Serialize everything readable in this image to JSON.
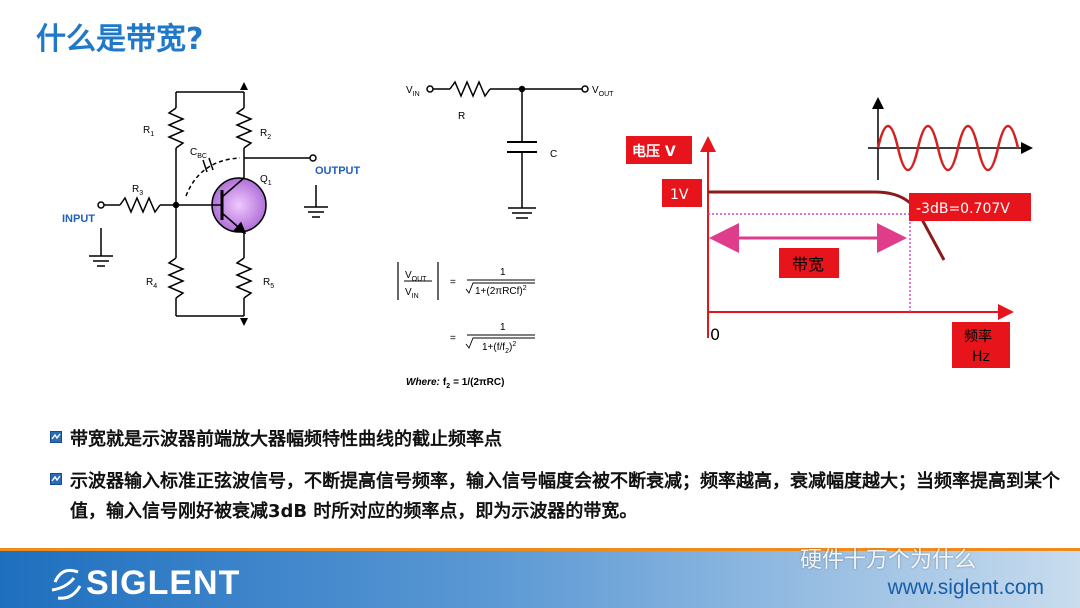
{
  "slide": {
    "title": "什么是带宽?"
  },
  "amp_circuit": {
    "r1": "R",
    "r1_sub": "1",
    "r2": "R",
    "r2_sub": "2",
    "r3": "R",
    "r3_sub": "3",
    "r4": "R",
    "r4_sub": "4",
    "r5": "R",
    "r5_sub": "5",
    "cbc": "C",
    "cbc_sub": "BC",
    "q1": "Q",
    "q1_sub": "1",
    "input": "INPUT",
    "output": "OUTPUT"
  },
  "rc_circuit": {
    "vin": "V",
    "vin_sub": "IN",
    "vout": "V",
    "vout_sub": "OUT",
    "r": "R",
    "c": "C"
  },
  "formula": {
    "lhs_num": "V",
    "lhs_num_sub": "OUT",
    "lhs_den": "V",
    "lhs_den_sub": "IN",
    "eq": "=",
    "f1_num": "1",
    "f1_den": "1+(2πRCf)",
    "f1_den_exp": "2",
    "f2_num": "1",
    "f2_den": "1+(f/f",
    "f2_den_sub": "2",
    "f2_den_tail": ")",
    "f2_den_exp": "2",
    "where_label": "Where:",
    "where_text": "f",
    "where_sub": "2",
    "where_tail": "= 1/(2πRC)"
  },
  "response_chart": {
    "y_label": "电压 V",
    "one_volt": "1V",
    "db_label": "-3dB=0.707V",
    "bandwidth_label": "带宽",
    "origin": "0",
    "x_label_line1": "频率",
    "x_label_line2": "Hz"
  },
  "bullets": [
    "带宽就是示波器前端放大器幅频特性曲线的截止频率点",
    "示波器输入标准正弦波信号，不断提高信号频率，输入信号幅度会被不断衰减；频率越高，衰减幅度越大；当频率提高到某个值，输入信号刚好被衰减3dB 时所对应的频率点，即为示波器的带宽。"
  ],
  "footer": {
    "logo": "SIGLENT",
    "url": "www.siglent.com",
    "watermark": "硬件十万个为什么"
  },
  "colors": {
    "title_blue": "#1f78c8",
    "label_red": "#e8141b",
    "curve_dark_red": "#8b1a1a",
    "bandwidth_pink": "#e03c8c",
    "sine_red": "#d42020",
    "footer_gradient_start": "#1e6fbf",
    "footer_gradient_end": "#c8dcee"
  }
}
